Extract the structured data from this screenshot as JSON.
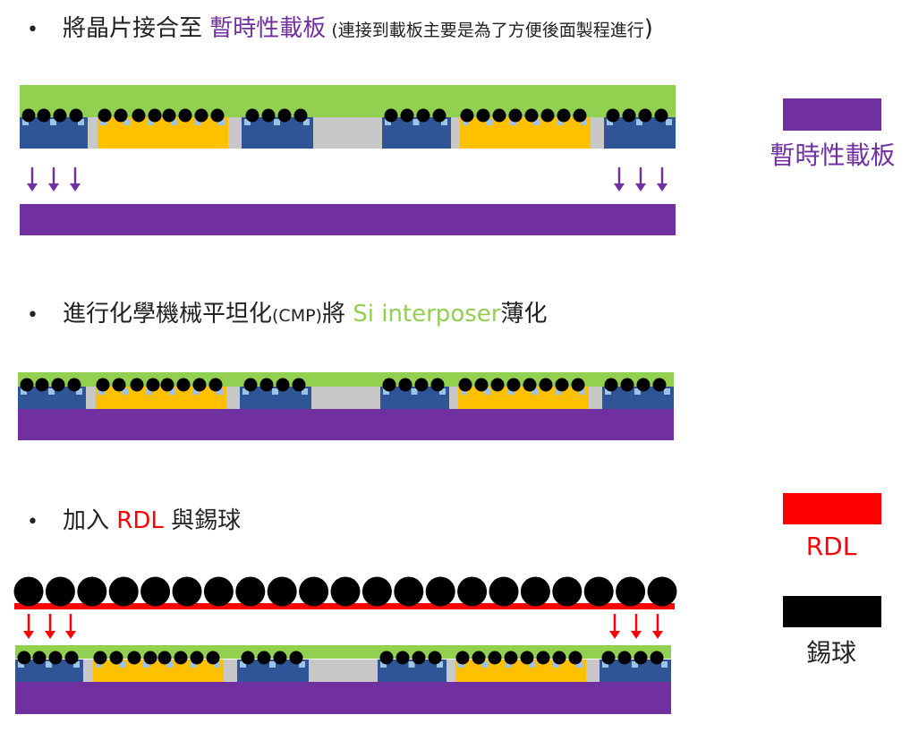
{
  "steps": [
    {
      "segments": [
        {
          "text": "將晶片接合至 ",
          "style": "normal"
        },
        {
          "text": "暫時性載板",
          "style": "purple"
        },
        {
          "text": " (連接到載板主要是為了方便後面製程進行",
          "style": "small"
        },
        {
          "text": ")",
          "style": "normal"
        }
      ]
    },
    {
      "segments": [
        {
          "text": "進行化學機械平坦化",
          "style": "normal"
        },
        {
          "text": "(CMP)",
          "style": "small"
        },
        {
          "text": "將 ",
          "style": "normal"
        },
        {
          "text": "Si interposer",
          "style": "green"
        },
        {
          "text": "薄化",
          "style": "normal"
        }
      ]
    },
    {
      "segments": [
        {
          "text": "加入 ",
          "style": "normal"
        },
        {
          "text": "RDL",
          "style": "red"
        },
        {
          "text": " 與錫球",
          "style": "normal"
        }
      ]
    }
  ],
  "legend": {
    "carrier": {
      "label": "暫時性載板",
      "color": "#7030A0"
    },
    "rdl": {
      "label": "RDL",
      "color": "#FF0000"
    },
    "solder": {
      "label": "錫球",
      "color": "#000000"
    }
  },
  "colors": {
    "interposer": "#92D050",
    "carrier": "#7030A0",
    "rdl": "#FF0000",
    "die_blue": "#2F5597",
    "die_yellow": "#FFC000",
    "gap_gray": "#C8C8C8",
    "pad_light": "#9DC3E6",
    "bump": "#000000"
  }
}
